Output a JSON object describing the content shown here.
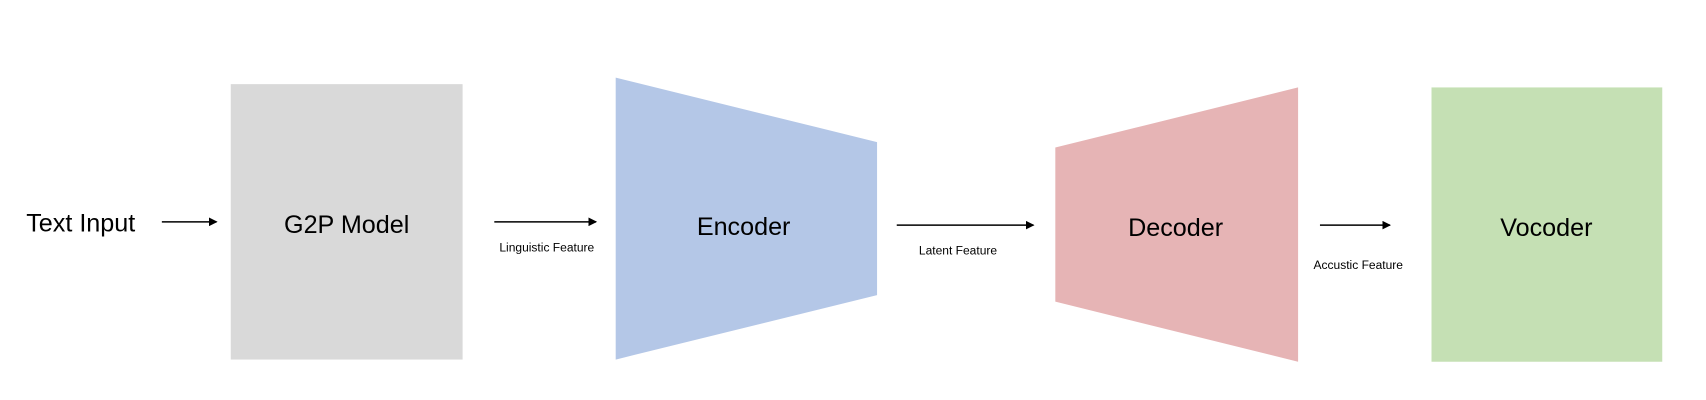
{
  "input": {
    "label": "Text Input"
  },
  "blocks": [
    {
      "id": "g2p",
      "label": "G2P Model",
      "color": "#d9d9d9",
      "shape": "rectangle"
    },
    {
      "id": "encoder",
      "label": "Encoder",
      "color": "#b4c7e7",
      "shape": "trapezoid-narrowing"
    },
    {
      "id": "decoder",
      "label": "Decoder",
      "color": "#e6b4b5",
      "shape": "trapezoid-widening"
    },
    {
      "id": "vocoder",
      "label": "Vocoder",
      "color": "#c5e0b4",
      "shape": "rectangle"
    }
  ],
  "edges": [
    {
      "from": "input",
      "to": "g2p",
      "label": ""
    },
    {
      "from": "g2p",
      "to": "encoder",
      "label": "Linguistic Feature"
    },
    {
      "from": "encoder",
      "to": "decoder",
      "label": "Latent Feature"
    },
    {
      "from": "decoder",
      "to": "vocoder",
      "label": "Accustic Feature"
    }
  ]
}
